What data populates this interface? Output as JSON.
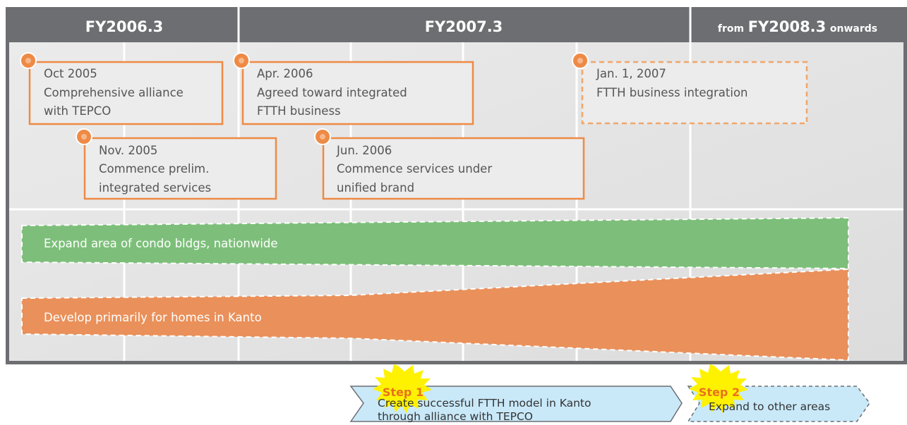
{
  "header": {
    "fy2006": "FY2006.3",
    "fy2007": "FY2007.3",
    "fy2008_prefix": "from",
    "fy2008_main": "FY2008.3",
    "fy2008_suffix": "onwards"
  },
  "events": [
    {
      "date": "Oct 2005",
      "lines": [
        "Comprehensive alliance",
        "with TEPCO"
      ]
    },
    {
      "date": "Nov. 2005",
      "lines": [
        "Commence prelim.",
        "integrated services"
      ]
    },
    {
      "date": "Apr. 2006",
      "lines": [
        "Agreed toward integrated",
        "FTTH business"
      ]
    },
    {
      "date": "Jun. 2006",
      "lines": [
        "Commence services under",
        "unified brand"
      ]
    },
    {
      "date": "Jan. 1, 2007",
      "lines": [
        "FTTH business integration"
      ]
    }
  ],
  "bands": {
    "green": "Expand area of condo bldgs, nationwide",
    "orange": "Develop primarily for homes in Kanto"
  },
  "steps": [
    {
      "badge": "Step 1",
      "lines": [
        "Create successful FTTH model in Kanto",
        "through alliance with TEPCO"
      ]
    },
    {
      "badge": "Step 2",
      "lines": [
        "Expand to other areas"
      ]
    }
  ],
  "colors": {
    "header_bg": "#6d6e71",
    "panel_bg": "#e6e6e6",
    "accent_orange": "#ee8a45",
    "band_green": "#7dbf7a",
    "band_orange": "#ea905a",
    "step_fill": "#c9e9f9",
    "step_badge": "#fff200",
    "step_text": "#e8721c"
  }
}
